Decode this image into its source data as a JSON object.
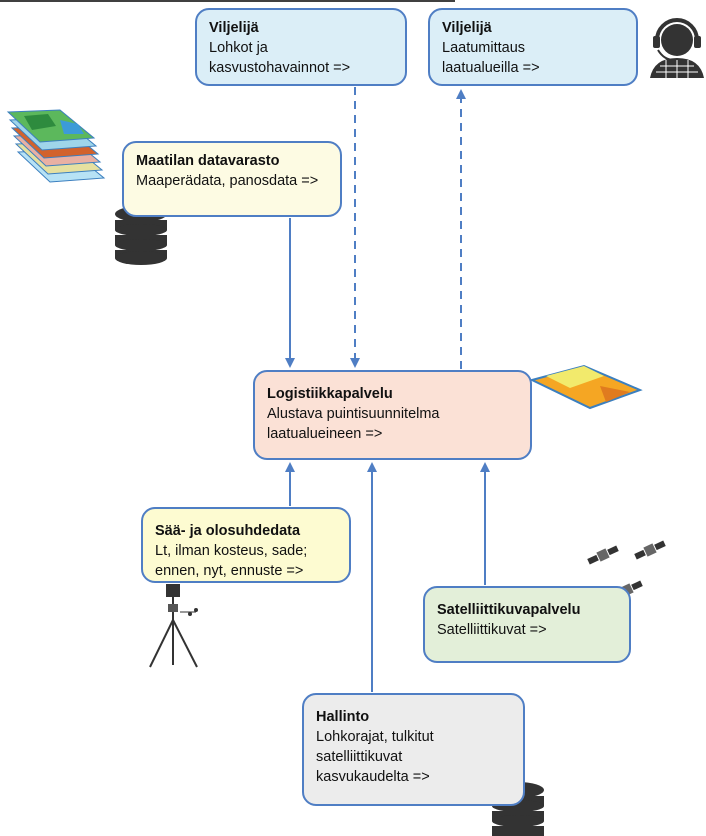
{
  "boxes": {
    "viljelija_lohkot": {
      "title": "Viljelijä",
      "lines": [
        "Lohkot ja",
        "kasvustohavainnot =>"
      ]
    },
    "viljelija_laatu": {
      "title": "Viljelijä",
      "lines": [
        "Laatumittaus",
        "laatualueilla =>"
      ]
    },
    "maatilan_datavarasto": {
      "title": "Maatilan datavarasto",
      "lines": [
        "Maaperädata, panosdata =>"
      ]
    },
    "logistiikkapalvelu": {
      "title": "Logistiikkapalvelu",
      "lines": [
        "Alustava puintisuunnitelma",
        "laatualueineen =>"
      ]
    },
    "saa_olosuhdedata": {
      "title": "Sää- ja olosuhdedata",
      "lines": [
        "Lt, ilman kosteus, sade;",
        "ennen, nyt, ennuste =>"
      ]
    },
    "satelliittikuvapalvelu": {
      "title": "Satelliittikuvapalvelu",
      "lines": [
        "Satelliittikuvat =>"
      ]
    },
    "hallinto": {
      "title": "Hallinto",
      "lines": [
        "Lohkorajat, tulkitut",
        "satelliittikuvat",
        "kasvukaudelta =>"
      ]
    }
  },
  "colors": {
    "arrow": "#4f7ec4",
    "farmer_fill": "#dbeef7",
    "datastore_fill": "#fdfbe3",
    "logistics_fill": "#fbe1d6",
    "weather_fill": "#fdfbd1",
    "satellite_fill": "#e3efd9",
    "admin_fill": "#ececec"
  },
  "icons": [
    "map-layers-icon",
    "database-icon",
    "headset-person-icon",
    "field-map-icon",
    "weather-station-icon",
    "satellite-icon",
    "database-icon"
  ]
}
